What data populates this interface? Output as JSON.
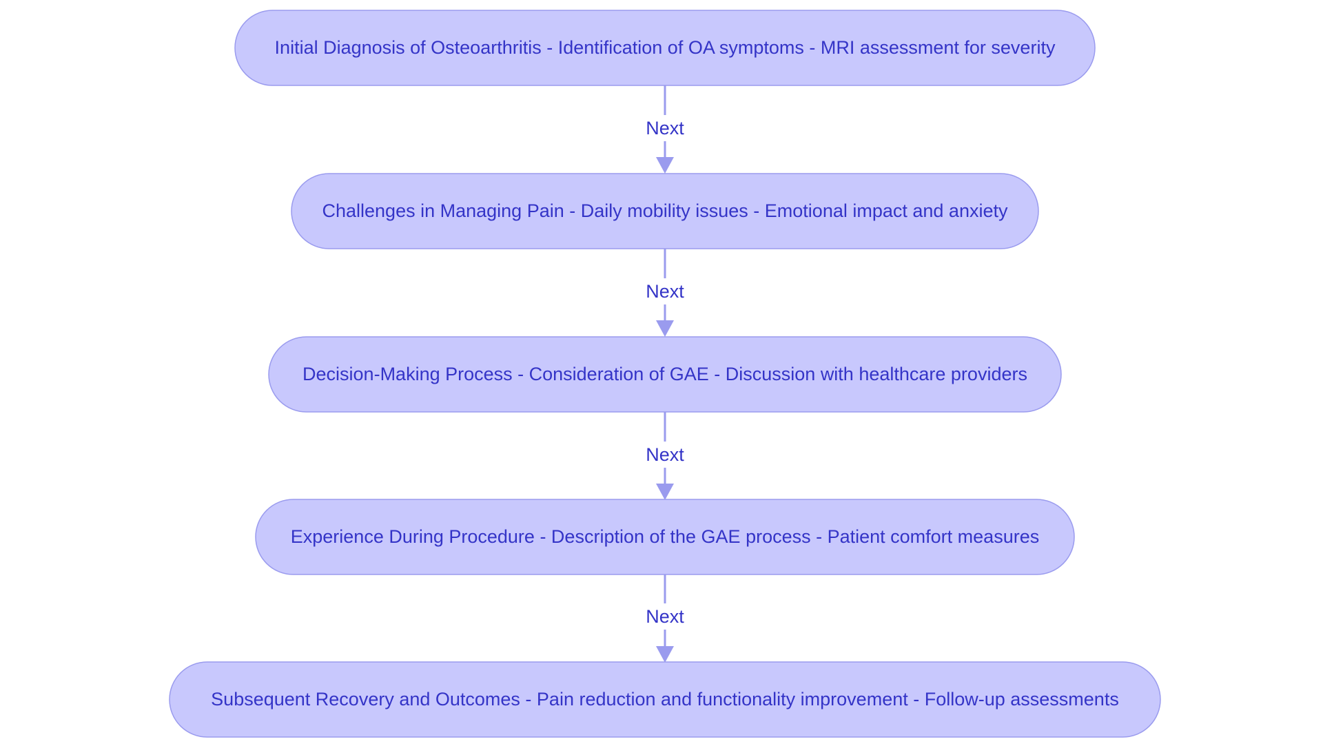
{
  "diagram": {
    "type": "flowchart",
    "nodes": [
      {
        "label": "Initial Diagnosis of Osteoarthritis - Identification of OA symptoms - MRI assessment for severity"
      },
      {
        "label": "Challenges in Managing Pain - Daily mobility issues - Emotional impact and anxiety"
      },
      {
        "label": "Decision-Making Process - Consideration of GAE - Discussion with healthcare providers"
      },
      {
        "label": "Experience During Procedure - Description of the GAE process - Patient comfort measures"
      },
      {
        "label": "Subsequent Recovery and Outcomes - Pain reduction and functionality improvement - Follow-up assessments"
      }
    ],
    "edges": [
      {
        "from": 0,
        "to": 1,
        "label": "Next"
      },
      {
        "from": 1,
        "to": 2,
        "label": "Next"
      },
      {
        "from": 2,
        "to": 3,
        "label": "Next"
      },
      {
        "from": 3,
        "to": 4,
        "label": "Next"
      }
    ],
    "colors": {
      "node_fill": "#c8c8fd",
      "node_stroke": "#9a9bee",
      "text": "#3434c7",
      "edge": "#9a9bee",
      "background": "#ffffff"
    }
  }
}
